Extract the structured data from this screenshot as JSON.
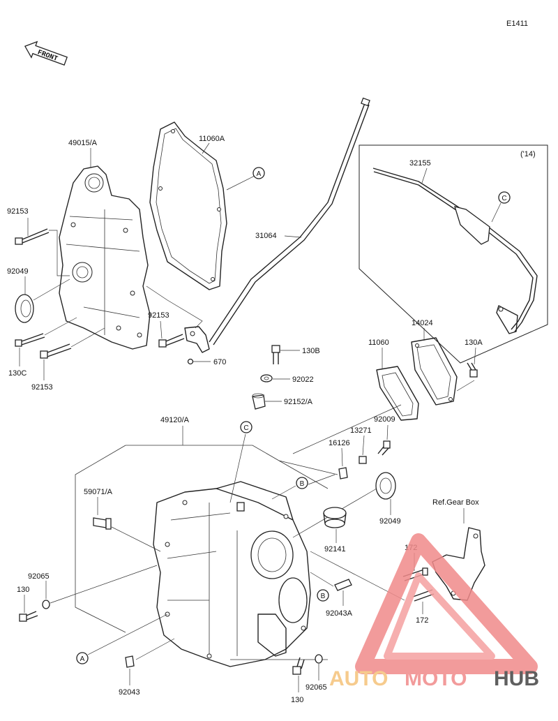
{
  "diagram_code": "E1411",
  "front_label": "FRONT",
  "year_note": "('14)",
  "ref_note": "Ref.Gear Box",
  "circle_refs": {
    "a": "A",
    "b": "B",
    "c": "C"
  },
  "parts": {
    "p49015A": "49015/A",
    "p11060A": "11060A",
    "p92153_top": "92153",
    "p92049_left": "92049",
    "p130C": "130C",
    "p92153_bl": "92153",
    "p92153_mid": "92153",
    "p670": "670",
    "p31064": "31064",
    "p32155": "32155",
    "p14024": "14024",
    "p11060": "11060",
    "p130A": "130A",
    "p130B": "130B",
    "p92022": "92022",
    "p92152A": "92152/A",
    "p49120A": "49120/A",
    "p92009": "92009",
    "p13271": "13271",
    "p16126": "16126",
    "p59071A": "59071/A",
    "p92049_right": "92049",
    "p92141": "92141",
    "p172_top": "172",
    "p172_bot": "172",
    "p92065_left": "92065",
    "p130_left": "130",
    "p92043A": "92043A",
    "p92043": "92043",
    "p130_bottom": "130",
    "p92065_bottom": "92065"
  },
  "watermark": {
    "part1": "AUTO",
    "part2": "MOTO",
    "part3": "HUB"
  },
  "colors": {
    "watermark_red": "#e84040",
    "watermark_orange": "#f5b25a",
    "line": "#222222"
  }
}
